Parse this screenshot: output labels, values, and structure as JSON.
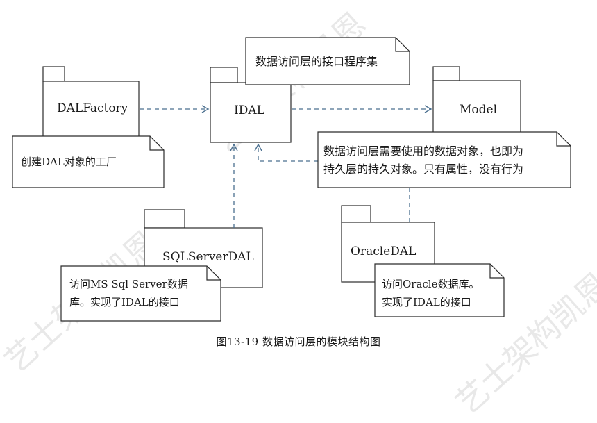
{
  "packages": {
    "dalfactory": "DALFactory",
    "idal": "IDAL",
    "model": "Model",
    "sqlserverdal": "SQLServerDAL",
    "oracledal": "OracleDAL"
  },
  "notes": {
    "idal_note": [
      "数据访问层的接口程序集"
    ],
    "dalfactory_note": [
      "创建DAL对象的工厂"
    ],
    "model_note": [
      "数据访问层需要使用的数据对象，也即为",
      "持久层的持久对象。只有属性，没有行为"
    ],
    "sqlserver_note": [
      "访问MS Sql Server数据",
      "库。实现了IDAL的接口"
    ],
    "oracle_note": [
      "访问Oracle数据库。",
      "实现了IDAL的接口"
    ]
  },
  "caption": "图13-19    数据访问层的模块结构图",
  "watermark": "艺士架构凯恩",
  "colors": {
    "stroke": "#2b2b2b",
    "dash": "#4a6f8f",
    "watermark": "#969696"
  }
}
